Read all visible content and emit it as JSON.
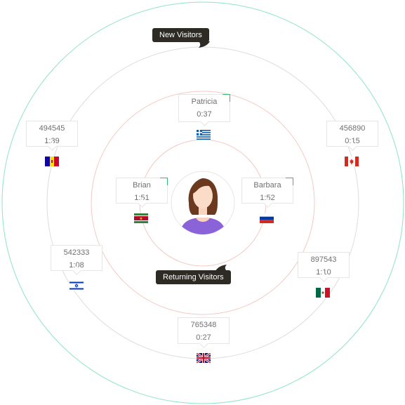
{
  "colors": {
    "outer_ring": "#8ee3c8",
    "middle_ring": "#dddddd",
    "inner_ring": "#f4c9c4",
    "center_ring": "#e6e6e6",
    "card_corner": "#2fbf71",
    "tag_bg": "#2d2b24"
  },
  "labels": {
    "new_visitors": "New Visitors",
    "returning_visitors": "Returning Visitors"
  },
  "visitors": [
    {
      "name": "Patricia",
      "time": "0:37",
      "flag": "greece-flag-icon"
    },
    {
      "name": "494545",
      "time": "1:39",
      "flag": "andorra-flag-icon"
    },
    {
      "name": "456890",
      "time": "0:15",
      "flag": "canada-flag-icon"
    },
    {
      "name": "Brian",
      "time": "1:51",
      "flag": "suriname-flag-icon"
    },
    {
      "name": "Barbara",
      "time": "1:52",
      "flag": "russia-flag-icon"
    },
    {
      "name": "542333",
      "time": "1:08",
      "flag": "israel-flag-icon"
    },
    {
      "name": "897543",
      "time": "1:10",
      "flag": "mexico-flag-icon"
    },
    {
      "name": "765348",
      "time": "0:27",
      "flag": "uk-flag-icon"
    }
  ]
}
